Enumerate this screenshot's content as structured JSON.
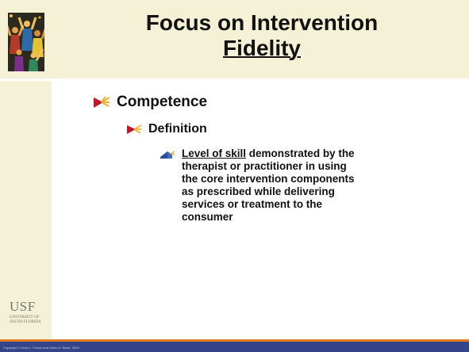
{
  "slide": {
    "title_line1": "Focus on Intervention",
    "title_line2": "Fidelity",
    "bullet1": "Competence",
    "bullet2": "Definition",
    "bullet3_underlined": "Level of skill",
    "bullet3_rest": " demonstrated by the therapist or practitioner in using the core intervention components as prescribed while delivering services or treatment to the consumer"
  },
  "logo": {
    "main": "USF",
    "line1": "UNIVERSITY OF",
    "line2": "SOUTH FLORIDA"
  },
  "footer": {
    "copyright": "Copyright © Dean L. Fixsen and Karen A. Blase, 2004"
  },
  "colors": {
    "panel": "#f4f1d6",
    "footer": "#33448a",
    "accent_orange": "#e07c1e",
    "bullet_red": "#c0172c",
    "bullet_blue": "#2a4a9a"
  },
  "icons": {
    "bullet1": "arrow-flag-icon",
    "bullet2": "arrow-flag-icon",
    "bullet3": "book-icon",
    "corner_art": "dancing-figures-icon"
  }
}
